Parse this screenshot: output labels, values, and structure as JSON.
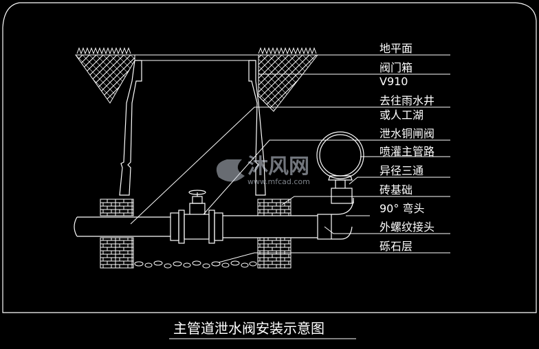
{
  "title": "主管道泄水阀安装示意图",
  "watermark": {
    "brand": "沐风网",
    "url": "www.mfcad.com"
  },
  "labels": [
    "地平面",
    "阀门箱",
    "V910",
    "去往雨水井",
    "或人工湖",
    "泄水铜闸阀",
    "喷灌主管路",
    "异径三通",
    "砖基础",
    "90° 弯头",
    "外螺纹接头",
    "砾石层"
  ],
  "colors": {
    "background": "#000000",
    "line": "#ffffff",
    "watermark": "#cfd8e3"
  }
}
